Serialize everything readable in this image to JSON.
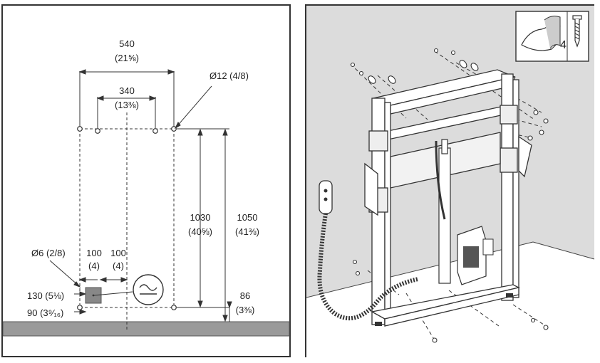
{
  "left_drawing": {
    "dim_540": "540",
    "dim_540_in": "(21⅝)",
    "dim_340": "340",
    "dim_340_in": "(13⅜)",
    "hole_diameter": "Ø12 (4/8)",
    "dim_1030": "1030",
    "dim_1030_in": "(40⅝)",
    "dim_1050": "1050",
    "dim_1050_in": "(41⅜)",
    "small_hole": "Ø6 (2/8)",
    "dim_100_a": "100",
    "dim_100_a_in": "(4)",
    "dim_100_b": "100",
    "dim_100_b_in": "(4)",
    "dim_130": "130 (5⅛)",
    "dim_90": "90 (3⁹⁄₁₆)",
    "dim_86": "86",
    "dim_86_in": "(3⅜)"
  },
  "right_drawing": {
    "screw_count": "4",
    "icons": [
      "glue-hand-icon",
      "screw-icon",
      "power-outlet-icon"
    ]
  },
  "colors": {
    "frame": "#333333",
    "floor": "#9a9a9a",
    "wall": "#dcdcdc",
    "box": "#888888"
  }
}
